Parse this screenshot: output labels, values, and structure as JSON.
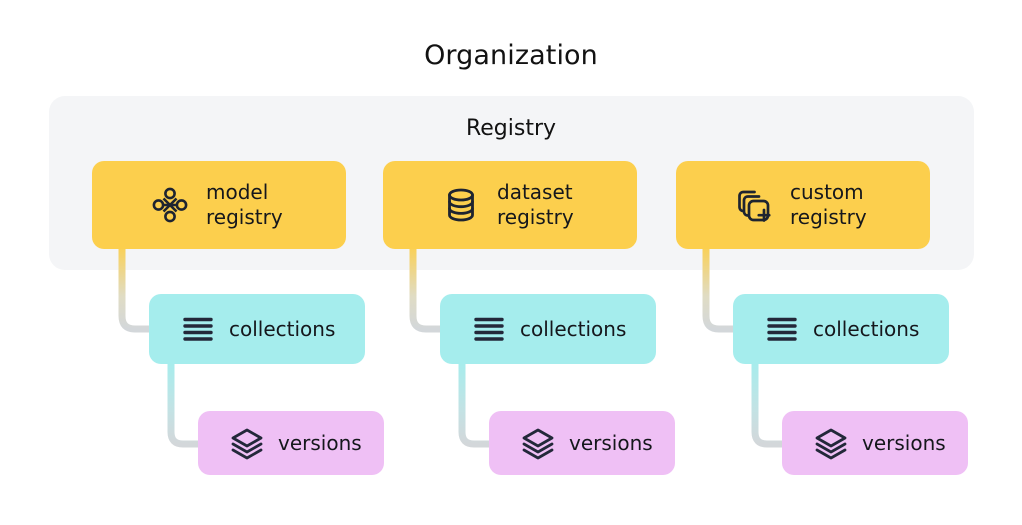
{
  "diagram": {
    "org_title": "Organization",
    "registry_title": "Registry",
    "colors": {
      "registry_card": "#fccf4d",
      "collections_card": "#a5eded",
      "versions_card": "#efc0f5",
      "panel_bg": "#f4f5f7",
      "connector_gray": "#d3d7da",
      "text": "#15171c",
      "page_bg": "#ffffff"
    },
    "columns": [
      {
        "registry": {
          "label": "model\nregistry",
          "icon": "node-graph-icon"
        },
        "collections": {
          "label": "collections",
          "icon": "list-lines-icon"
        },
        "versions": {
          "label": "versions",
          "icon": "stacked-layers-icon"
        }
      },
      {
        "registry": {
          "label": "dataset\nregistry",
          "icon": "database-cylinder-icon"
        },
        "collections": {
          "label": "collections",
          "icon": "list-lines-icon"
        },
        "versions": {
          "label": "versions",
          "icon": "stacked-layers-icon"
        }
      },
      {
        "registry": {
          "label": "custom\nregistry",
          "icon": "stacked-squares-plus-icon"
        },
        "collections": {
          "label": "collections",
          "icon": "list-lines-icon"
        },
        "versions": {
          "label": "versions",
          "icon": "stacked-layers-icon"
        }
      }
    ]
  }
}
